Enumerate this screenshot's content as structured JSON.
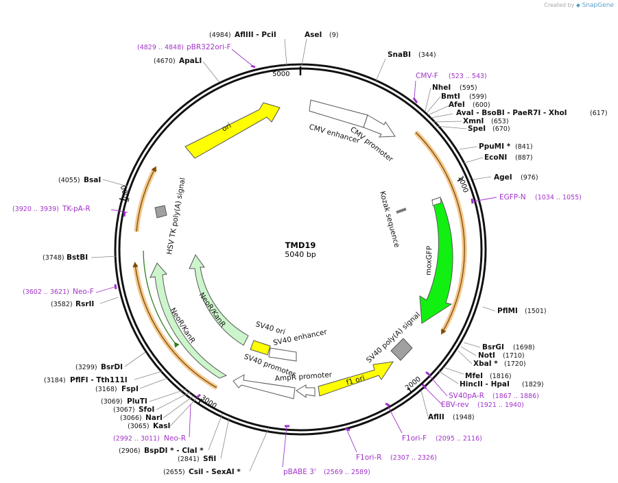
{
  "app": {
    "credit_prefix": "Created by",
    "credit_brand": "SnapGene"
  },
  "plasmid": {
    "name": "TMD19",
    "length": "5040 bp"
  },
  "ticks": [
    "5000",
    "1000",
    "2000",
    "3000",
    "4000"
  ],
  "sites": [
    {
      "name": "AflIII  - PciI",
      "pos": "(4984)"
    },
    {
      "name": "AseI",
      "pos": "(9)"
    },
    {
      "name": "SnaBI",
      "pos": "(344)"
    },
    {
      "name": "NheI",
      "pos": "(595)"
    },
    {
      "name": "BmtI",
      "pos": "(599)"
    },
    {
      "name": "AfeI",
      "pos": "(600)"
    },
    {
      "name": "AvaI  - BsoBI  - PaeR7I  - XhoI",
      "pos": "(617)"
    },
    {
      "name": "XmnI",
      "pos": "(653)"
    },
    {
      "name": "SpeI",
      "pos": "(670)"
    },
    {
      "name": "PpuMI *",
      "pos": "(841)"
    },
    {
      "name": "EcoNI",
      "pos": "(887)"
    },
    {
      "name": "AgeI",
      "pos": "(976)"
    },
    {
      "name": "PflMI",
      "pos": "(1501)"
    },
    {
      "name": "BsrGI",
      "pos": "(1698)"
    },
    {
      "name": "NotI",
      "pos": "(1710)"
    },
    {
      "name": "XbaI *",
      "pos": "(1720)"
    },
    {
      "name": "MfeI",
      "pos": "(1816)"
    },
    {
      "name": "HincII  - HpaI",
      "pos": "(1829)"
    },
    {
      "name": "AflII",
      "pos": "(1948)"
    },
    {
      "name": "ApaLI",
      "pos": "(4670)"
    },
    {
      "name": "BsaI",
      "pos": "(4055)"
    },
    {
      "name": "BstBI",
      "pos": "(3748)"
    },
    {
      "name": "RsrII",
      "pos": "(3582)"
    },
    {
      "name": "BsrDI",
      "pos": "(3299)"
    },
    {
      "name": "PflFI  - Tth111I",
      "pos": "(3184)"
    },
    {
      "name": "FspI",
      "pos": "(3168)"
    },
    {
      "name": "PluTI",
      "pos": "(3069)"
    },
    {
      "name": "SfoI",
      "pos": "(3067)"
    },
    {
      "name": "NarI",
      "pos": "(3066)"
    },
    {
      "name": "KasI",
      "pos": "(3065)"
    },
    {
      "name": "BspDI *  - ClaI *",
      "pos": "(2906)"
    },
    {
      "name": "SfiI",
      "pos": "(2841)"
    },
    {
      "name": "CsiI  - SexAI *",
      "pos": "(2655)"
    }
  ],
  "primers": [
    {
      "name": "pBR322ori-F",
      "pos": "(4829 .. 4848)"
    },
    {
      "name": "CMV-F",
      "pos": "(523 .. 543)"
    },
    {
      "name": "EGFP-N",
      "pos": "(1034 .. 1055)"
    },
    {
      "name": "SV40pA-R",
      "pos": "(1867 .. 1886)"
    },
    {
      "name": "EBV-rev",
      "pos": "(1921 .. 1940)"
    },
    {
      "name": "F1ori-F",
      "pos": "(2095 .. 2116)"
    },
    {
      "name": "F1ori-R",
      "pos": "(2307 .. 2326)"
    },
    {
      "name": "pBABE 3'",
      "pos": "(2569 .. 2589)"
    },
    {
      "name": "Neo-R",
      "pos": "(2992 .. 3011)"
    },
    {
      "name": "Neo-F",
      "pos": "(3602 .. 3621)"
    },
    {
      "name": "TK-pA-R",
      "pos": "(3920 .. 3939)"
    }
  ],
  "features": {
    "ori": "ori",
    "cmv_enhancer": "CMV enhancer",
    "cmv_promoter": "CMV promoter",
    "kozak": "Kozak sequence",
    "moxgfp": "moxGFP",
    "sv40_polya": "SV40 poly(A) signal",
    "f1_ori": "f1 ori",
    "ampr_promoter": "AmpR promoter",
    "sv40_promoter": "SV40 promoter",
    "sv40_enhancer": "SV40 enhancer",
    "sv40_ori": "SV40 ori",
    "neo_inner": "NeoR/KanR",
    "neo_outer": "NeoR/KanR",
    "hsv_tk": "HSV TK poly(A) signal"
  },
  "colors": {
    "primer": "#a032c8",
    "ori": "#ffff00",
    "gfp": "#12f012",
    "neo": "#ccf5cc",
    "orf": "#f4b870",
    "polya": "#a0a0a0"
  }
}
